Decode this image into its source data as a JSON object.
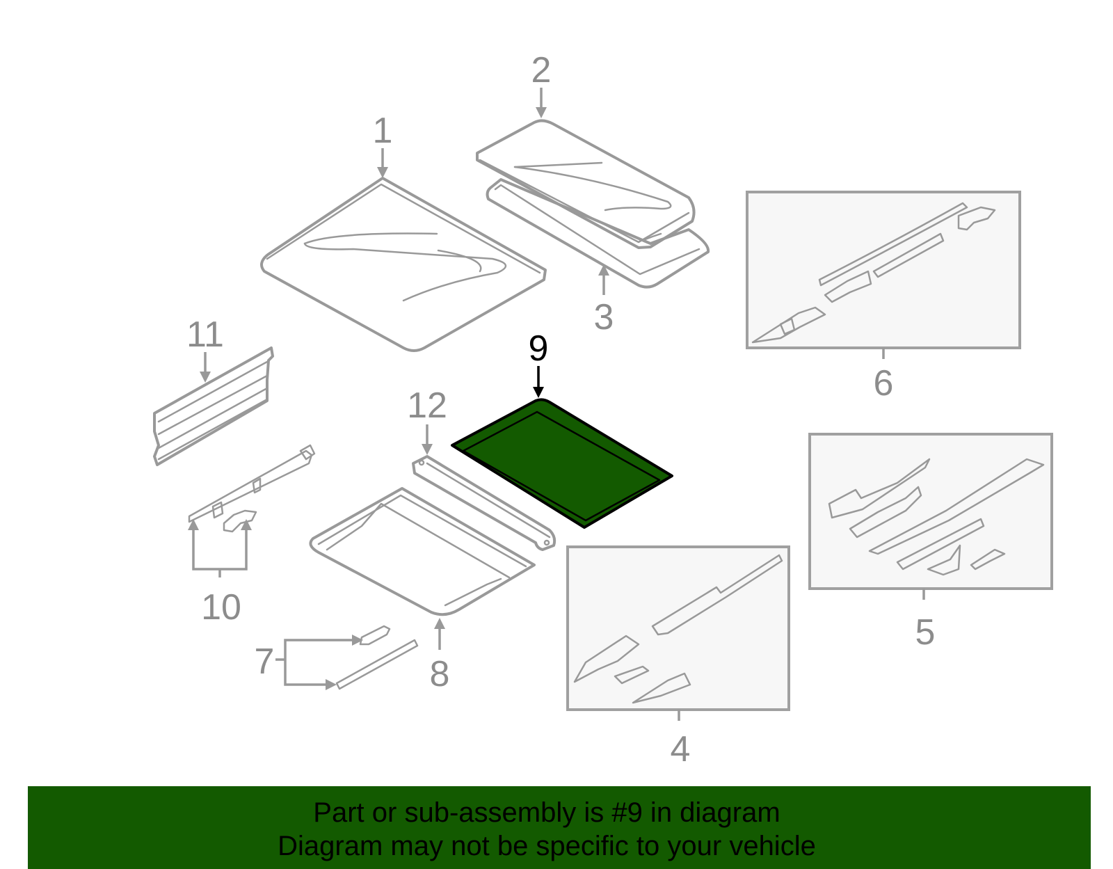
{
  "diagram": {
    "highlight_color": "#135a00",
    "highlighted_part": "9",
    "callouts": {
      "c1": "1",
      "c2": "2",
      "c3": "3",
      "c4": "4",
      "c5": "5",
      "c6": "6",
      "c7": "7",
      "c8": "8",
      "c9": "9",
      "c10": "10",
      "c11": "11",
      "c12": "12"
    }
  },
  "banner": {
    "line1": "Part or sub-assembly is #9 in diagram",
    "line2": "Diagram may not be specific to your vehicle",
    "background": "#135a00"
  }
}
